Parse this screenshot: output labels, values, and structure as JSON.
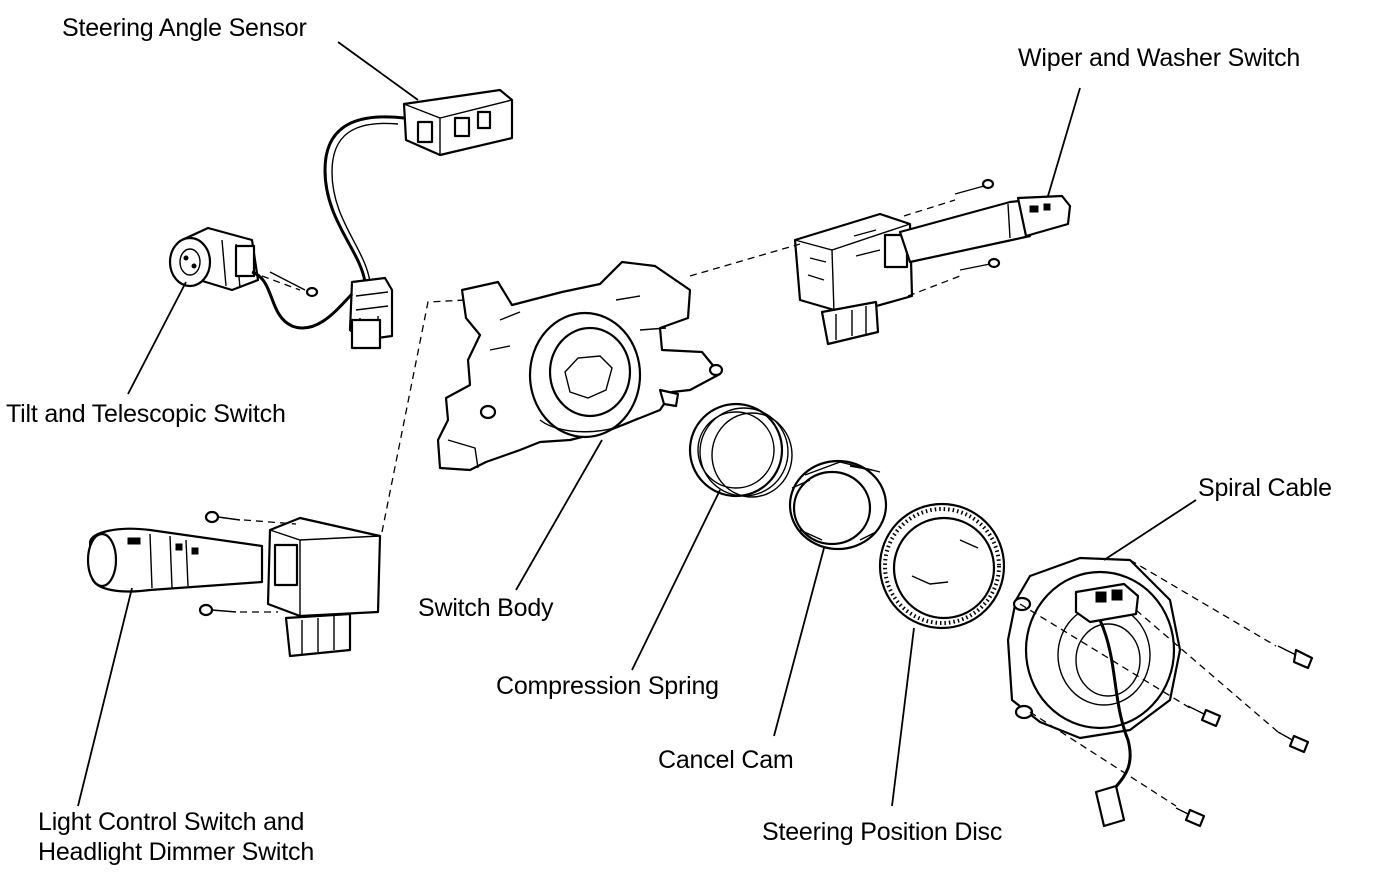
{
  "labels": {
    "steering_angle_sensor": "Steering Angle Sensor",
    "wiper_washer_switch": "Wiper and Washer Switch",
    "tilt_telescopic_switch": "Tilt and Telescopic Switch",
    "spiral_cable": "Spiral Cable",
    "switch_body": "Switch Body",
    "compression_spring": "Compression Spring",
    "cancel_cam": "Cancel Cam",
    "light_control_line1": "Light Control Switch and",
    "light_control_line2": "Headlight Dimmer Switch",
    "steering_position_disc": "Steering Position Disc"
  },
  "colors": {
    "ink": "#000000",
    "paper": "#ffffff"
  }
}
